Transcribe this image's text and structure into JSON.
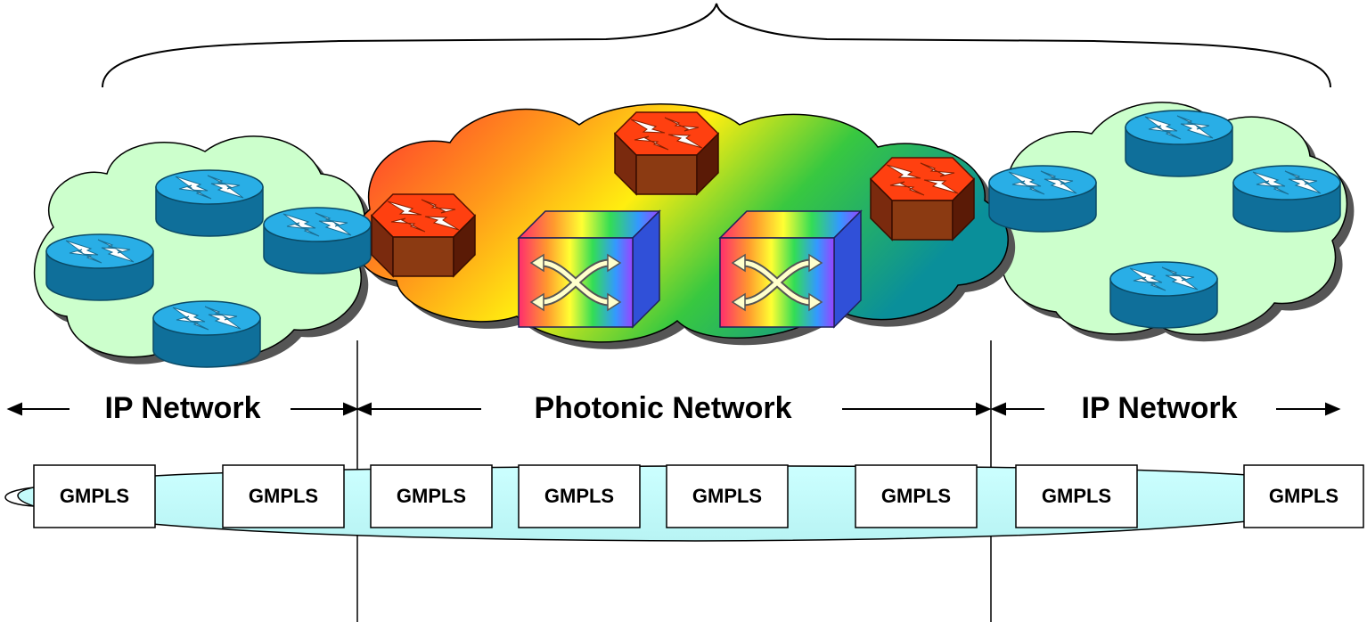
{
  "segments": {
    "left_ip": "IP Network",
    "photonic": "Photonic Network",
    "right_ip": "IP Network"
  },
  "gmpls_nodes": [
    "GMPLS",
    "GMPLS",
    "GMPLS",
    "GMPLS",
    "GMPLS",
    "GMPLS",
    "GMPLS",
    "GMPLS"
  ],
  "icons": {
    "ip_router": "router-icon",
    "photonic_router": "photonic-router-icon",
    "optical_switch": "optical-cross-connect-icon"
  },
  "colors": {
    "ip_cloud": "#ccffcc",
    "router_blue": "#1e96c8",
    "photonic_router_red": "#e63b10",
    "gmpls_tube": "#ccffff"
  }
}
